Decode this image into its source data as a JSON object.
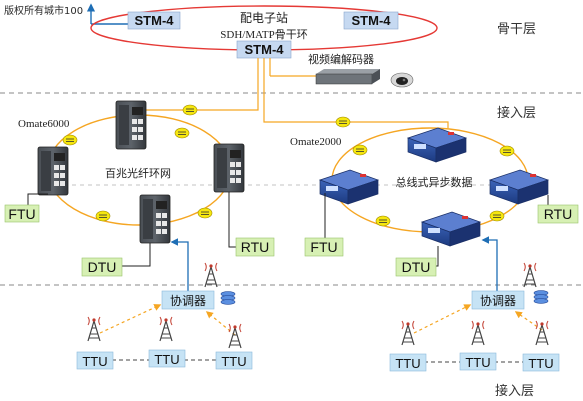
{
  "watermark": "版权所有城市100",
  "layers": {
    "backbone": "骨干层",
    "access_top": "接入层",
    "access_bottom": "接入层"
  },
  "backbone_ring": {
    "title_line1": "配电子站",
    "title_line2": "SDH/MATP骨干环",
    "node_left": "STM-4",
    "node_right": "STM-4",
    "node_bottom": "STM-4"
  },
  "video_codec": "视频编解码器",
  "left_ring": {
    "device_model": "Omate6000",
    "ring_label": "百兆光纤环网",
    "terminals": {
      "ftu": "FTU",
      "dtu": "DTU",
      "rtu": "RTU"
    }
  },
  "right_ring": {
    "device_model": "Omate2000",
    "ring_label": "总线式异步数据",
    "terminals": {
      "ftu": "FTU",
      "dtu": "DTU",
      "rtu": "RTU"
    }
  },
  "left_coordinator": "协调器",
  "right_coordinator": "协调器",
  "left_ttus": [
    "TTU",
    "TTU",
    "TTU"
  ],
  "right_ttus": [
    "TTU",
    "TTU",
    "TTU"
  ],
  "colors": {
    "backbone_ring": "#e53935",
    "fiber_link": "#f5a623",
    "wireless_link": "#f5a623",
    "label_box_green": "#d7f0b4",
    "label_box_blue": "#c6e3f5",
    "layer_divider": "#888888",
    "uplink_arrow": "#1e6eb5"
  }
}
